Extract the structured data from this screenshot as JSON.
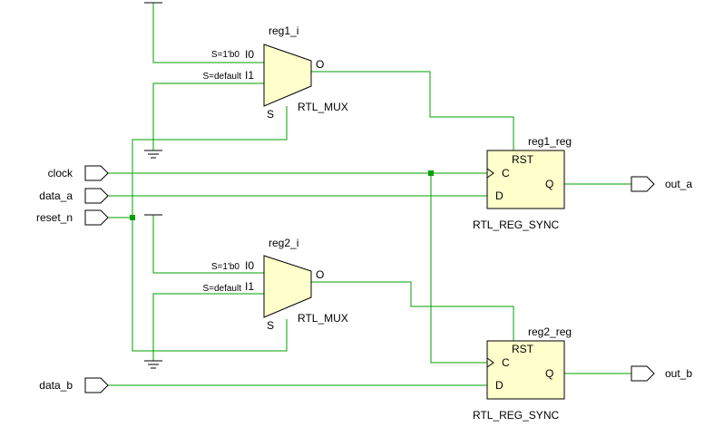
{
  "colors": {
    "wire": "#00a000",
    "block_fill": "#ffffcc",
    "outline": "#000000",
    "background": "#ffffff"
  },
  "ports": {
    "inputs": [
      "clock",
      "data_a",
      "reset_n",
      "data_b"
    ],
    "outputs": [
      "out_a",
      "out_b"
    ]
  },
  "muxes": [
    {
      "instance": "reg1_i",
      "type": "RTL_MUX",
      "pins": {
        "i0": "I0",
        "i1": "I1",
        "s": "S",
        "o": "O"
      },
      "conditions": {
        "i0": "S=1'b0",
        "i1": "S=default"
      }
    },
    {
      "instance": "reg2_i",
      "type": "RTL_MUX",
      "pins": {
        "i0": "I0",
        "i1": "I1",
        "s": "S",
        "o": "O"
      },
      "conditions": {
        "i0": "S=1'b0",
        "i1": "S=default"
      }
    }
  ],
  "registers": [
    {
      "instance": "reg1_reg",
      "type": "RTL_REG_SYNC",
      "pins": {
        "rst": "RST",
        "c": "C",
        "d": "D",
        "q": "Q"
      }
    },
    {
      "instance": "reg2_reg",
      "type": "RTL_REG_SYNC",
      "pins": {
        "rst": "RST",
        "c": "C",
        "d": "D",
        "q": "Q"
      }
    }
  ]
}
